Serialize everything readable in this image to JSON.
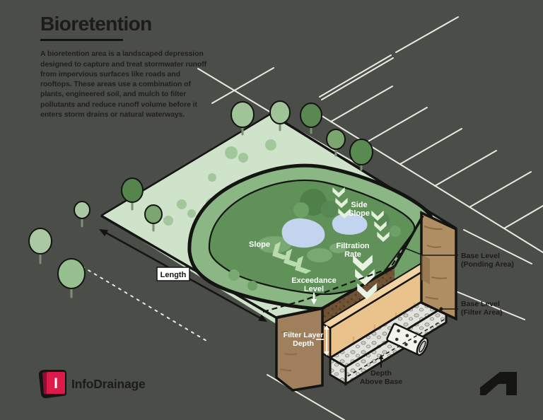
{
  "header": {
    "title": "Bioretention",
    "description": "A bioretention area is a landscaped depression designed to capture and treat stormwater runoff from impervious surfaces like roads and rooftops. These areas use a combination of plants, engineered soil, and mulch to filter pollutants and reduce runoff volume before it enters storm drains or natural waterways."
  },
  "diagram": {
    "labels": {
      "side_slope": {
        "lines": [
          "Side",
          "Slope"
        ]
      },
      "slope": {
        "lines": [
          "Slope"
        ]
      },
      "filtration_rate": {
        "lines": [
          "Filtration",
          "Rate"
        ]
      },
      "exceedance_level": {
        "lines": [
          "Exceedance",
          "Level"
        ]
      },
      "length": {
        "lines": [
          "Length"
        ]
      },
      "base_level_ponding": {
        "lines": [
          "Base Level",
          "(Ponding Area)"
        ]
      },
      "base_level_filter": {
        "lines": [
          "Base Level",
          "(Filter Area)"
        ]
      },
      "filter_layer_depth": {
        "lines": [
          "Filter Layer",
          "Depth"
        ]
      },
      "depth_above_base": {
        "lines": [
          "Depth",
          "Above Base"
        ]
      }
    },
    "icons": [
      "chevron-flow-icons",
      "perforated-pipe-icon"
    ]
  },
  "footer": {
    "brand": "InfoDrainage",
    "brand_icon_letter": "I",
    "icons": [
      "infodrainage-cube-icon",
      "autodesk-logo-icon"
    ]
  },
  "colors": {
    "background": "#4b4d48",
    "road_line_white": "#e9ebe3",
    "grass_light": "#cfe3ca",
    "berm_green": "#8ab783",
    "basin_green": "#5f9159",
    "pond_blue": "#c3d4ee",
    "topsoil_brown": "#6f5334",
    "filter_tan": "#eac28c",
    "gravel_gray": "#e2e3dc",
    "soil_wall_brown": "#ac8a5f",
    "outline_ink": "#141412",
    "brand_red": "#dd1a4a"
  }
}
